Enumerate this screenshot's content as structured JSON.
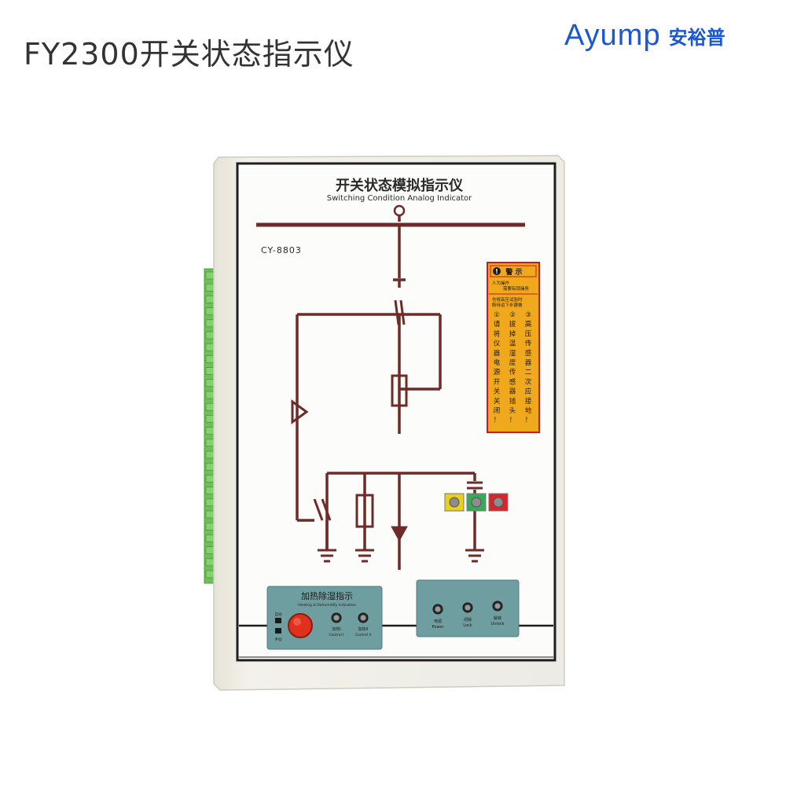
{
  "header": {
    "title": "FY2300开关状态指示仪",
    "brand_latin": "Ayump",
    "brand_cjk": "安裕普"
  },
  "device": {
    "panel_title": "开关状态模拟指示仪",
    "panel_subtitle": "Switching Condition Analog Indicator",
    "model_number": "CY-8803",
    "warning": {
      "heading": "警 示",
      "subheading_line1": "人为操作",
      "subheading_line2": "需要有锁操务",
      "notice_line1": "仓修高压试验时",
      "notice_line2": "断待运下步骤做",
      "columns": [
        [
          "①",
          "请",
          "将",
          "仪",
          "器",
          "电",
          "源",
          "开",
          "关",
          "关",
          "闭",
          "！"
        ],
        [
          "②",
          "拔",
          "掉",
          "温",
          "湿",
          "度",
          "传",
          "感",
          "器",
          "插",
          "头",
          "！"
        ],
        [
          "③",
          "高",
          "压",
          "传",
          "感",
          "器",
          "二",
          "次",
          "应",
          "接",
          "地",
          "！"
        ]
      ]
    },
    "status_lamps": [
      {
        "name": "yellow",
        "color": "#e6d21e"
      },
      {
        "name": "green",
        "color": "#3aa957"
      },
      {
        "name": "red",
        "color": "#d8262b"
      }
    ],
    "heater_panel": {
      "title": "加热除湿指示",
      "subtitle": "Heating & Dehumidify Indication",
      "button_label_top": "自动",
      "button_label_bottom": "手动",
      "lamps": [
        {
          "label_cn": "加热I",
          "label_en": "Control I"
        },
        {
          "label_cn": "加热II",
          "label_en": "Control II"
        }
      ]
    },
    "status_panel": {
      "lamps": [
        {
          "label_cn": "电源",
          "label_en": "Power"
        },
        {
          "label_cn": "闭锁",
          "label_en": "Lock"
        },
        {
          "label_cn": "解锁",
          "label_en": "Unlock"
        }
      ]
    }
  }
}
